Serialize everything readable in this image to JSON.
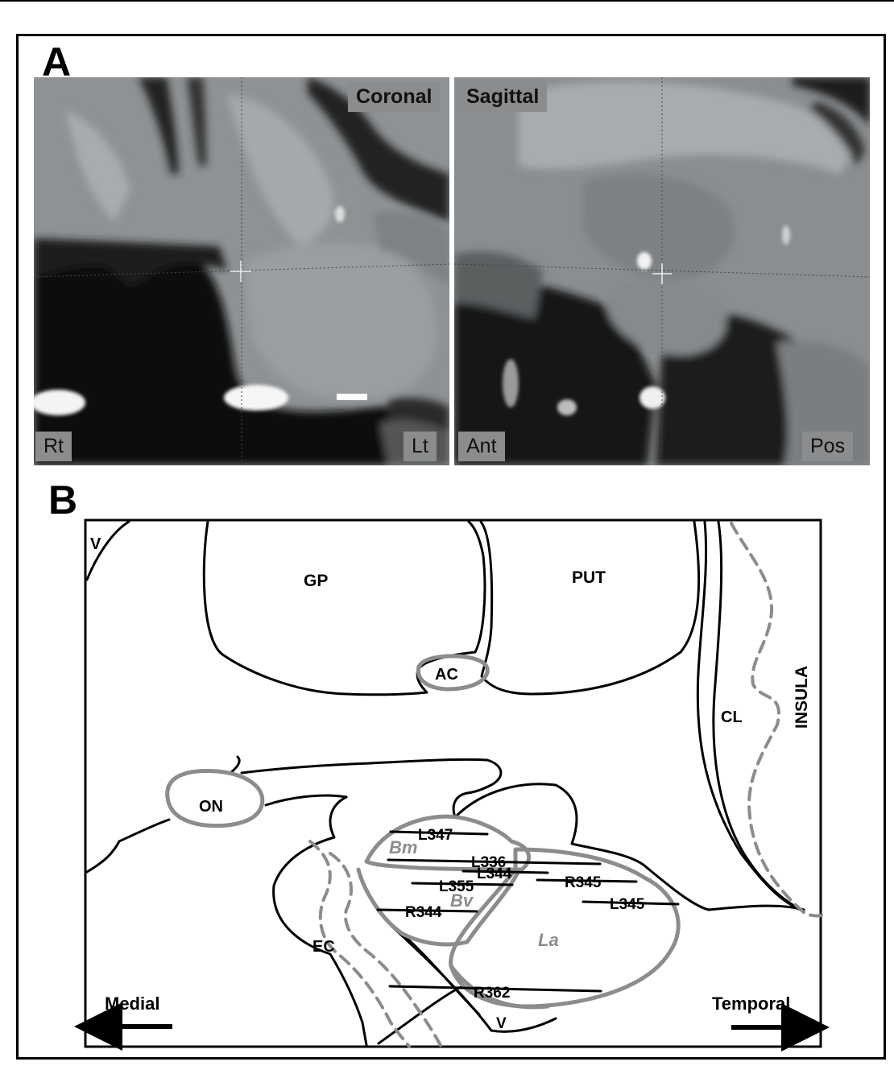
{
  "panels": {
    "a": {
      "letter": "A",
      "coronal": {
        "view_label": "Coronal",
        "left_label": "Rt",
        "right_label": "Lt"
      },
      "sagittal": {
        "view_label": "Sagittal",
        "left_label": "Ant",
        "right_label": "Pos"
      }
    },
    "b": {
      "letter": "B",
      "structures": {
        "v_top": "V",
        "gp": "GP",
        "put": "PUT",
        "ac": "AC",
        "cl": "CL",
        "insula": "INSULA",
        "on": "ON",
        "ec": "EC",
        "v_bottom": "V"
      },
      "nuclei": {
        "bm": "Bm",
        "bv": "Bv",
        "la": "La"
      },
      "electrodes": {
        "l347": "L347",
        "l336": "L336",
        "l344": "L344",
        "l355": "L355",
        "r345": "R345",
        "l345": "L345",
        "r344": "R344",
        "r362": "R362"
      },
      "directions": {
        "medial": "Medial",
        "temporal": "Temporal"
      }
    }
  },
  "colors": {
    "outline": "#000000",
    "nucleus_gray": "#8c8c8c",
    "tag_bg": "#8a8c8e"
  }
}
